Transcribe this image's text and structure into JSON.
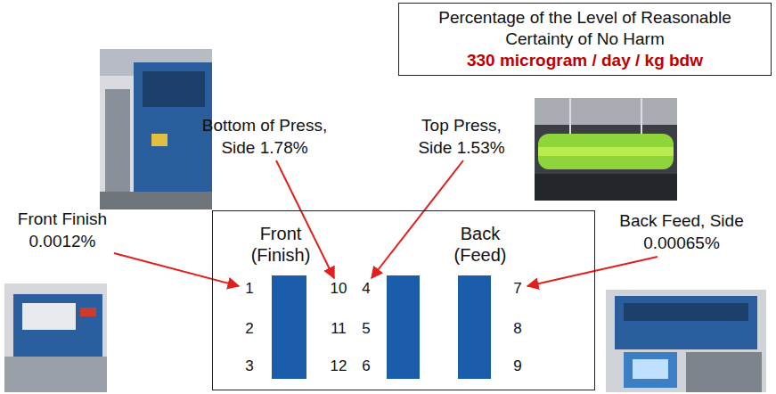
{
  "diagram": {
    "nodes": [
      {
        "text": [
          "Percentage of the Level of Reasonable Certainty of No Harm",
          "330 microgram / day / kg bdw"
        ]
      },
      {
        "text": [
          "Front (Finish)",
          "Back (Feed)",
          "1",
          "10",
          "4",
          "7",
          "2",
          "11",
          "5",
          "8",
          "3",
          "12",
          "6",
          "9"
        ]
      }
    ],
    "labels": [
      "Bottom of Press, Side 1.78%",
      "Top Press, Side 1.53%",
      "Front Finish 0.0012%",
      "Back Feed, Side 0.00065%"
    ]
  }
}
